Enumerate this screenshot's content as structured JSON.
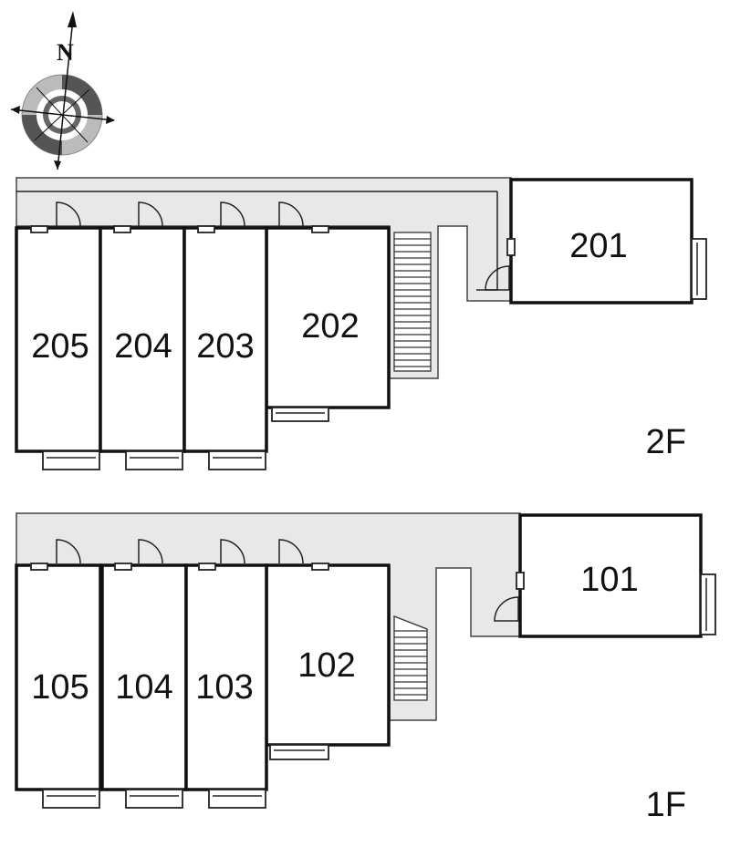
{
  "compass": {
    "north_label": "N",
    "icon": "compass-rose-icon"
  },
  "floors": [
    {
      "id": "2F",
      "label": "2F",
      "units": [
        "205",
        "204",
        "203",
        "202",
        "201"
      ]
    },
    {
      "id": "1F",
      "label": "1F",
      "units": [
        "105",
        "104",
        "103",
        "102",
        "101"
      ]
    }
  ],
  "colors": {
    "corridor": "#e8e8e8",
    "wall": "#111111",
    "compass_dark": "#555555",
    "compass_light": "#bbbbbb"
  }
}
